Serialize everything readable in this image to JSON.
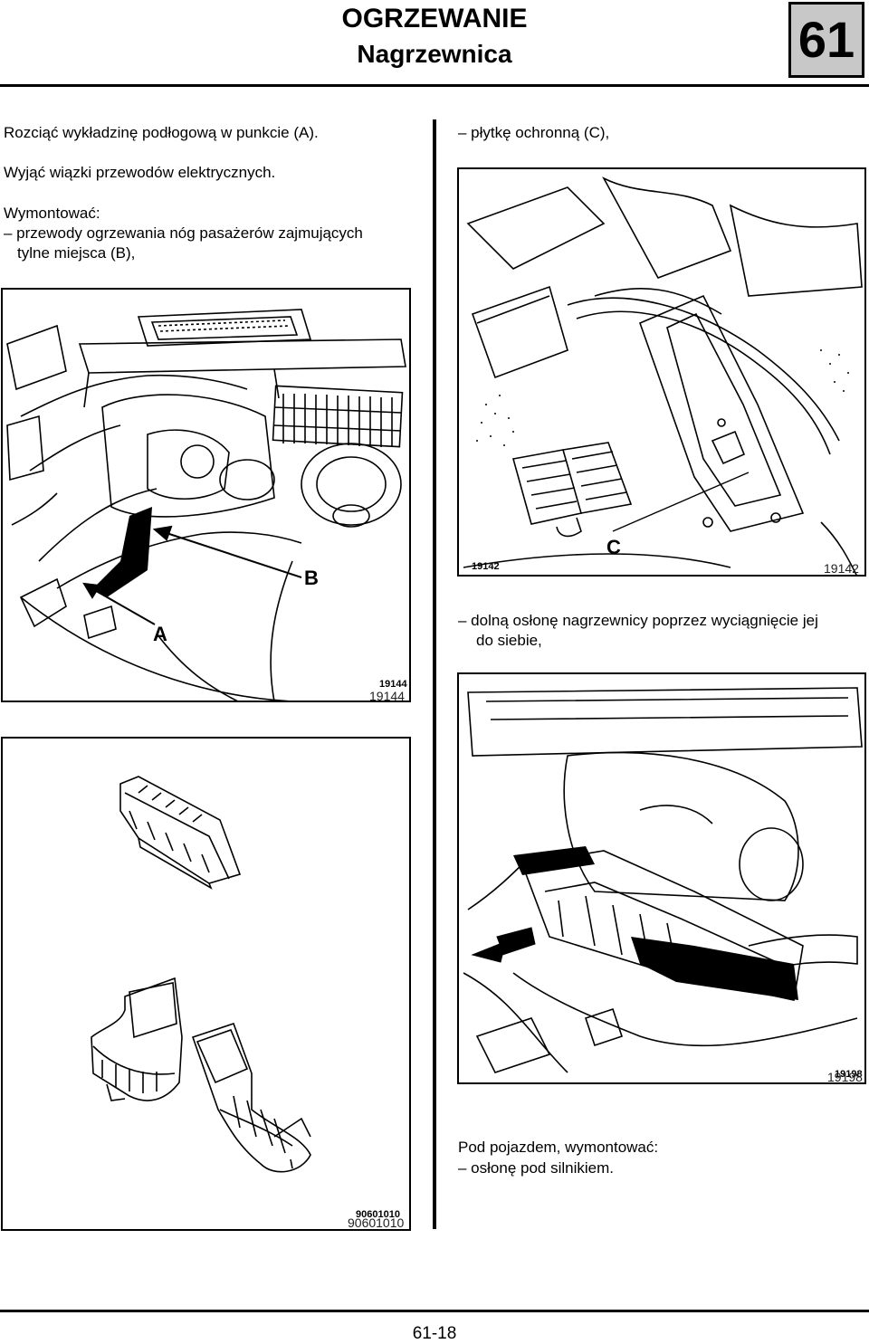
{
  "header": {
    "title": "OGRZEWANIE",
    "subtitle": "Nagrzewnica",
    "chapter": "61"
  },
  "left_column": {
    "para1": "Rozciąć wykładzinę podłogową w punkcie (A).",
    "para2": "Wyjąć wiązki przewodów elektrycznych.",
    "para3_heading": "Wymontować:",
    "para3_item_line1": "–  przewody ogrzewania nóg pasażerów zajmujących",
    "para3_item_line2": "tylne miejsca (B),",
    "figure1": {
      "number": "19144",
      "callout_a": "A",
      "callout_b": "B"
    },
    "figure2": {
      "number": "90601010"
    }
  },
  "right_column": {
    "item1": "–  płytkę ochronną (C),",
    "figure3": {
      "number": "19142",
      "callout_c": "C"
    },
    "item2_line1": "–  dolną osłonę nagrzewnicy poprzez wyciągnięcie jej",
    "item2_line2": "do siebie,",
    "figure4": {
      "number": "19198"
    },
    "para_under_heading": "Pod pojazdem, wymontować:",
    "para_under_item": "–  osłonę pod silnikiem."
  },
  "footer": {
    "page_number": "61-18"
  }
}
